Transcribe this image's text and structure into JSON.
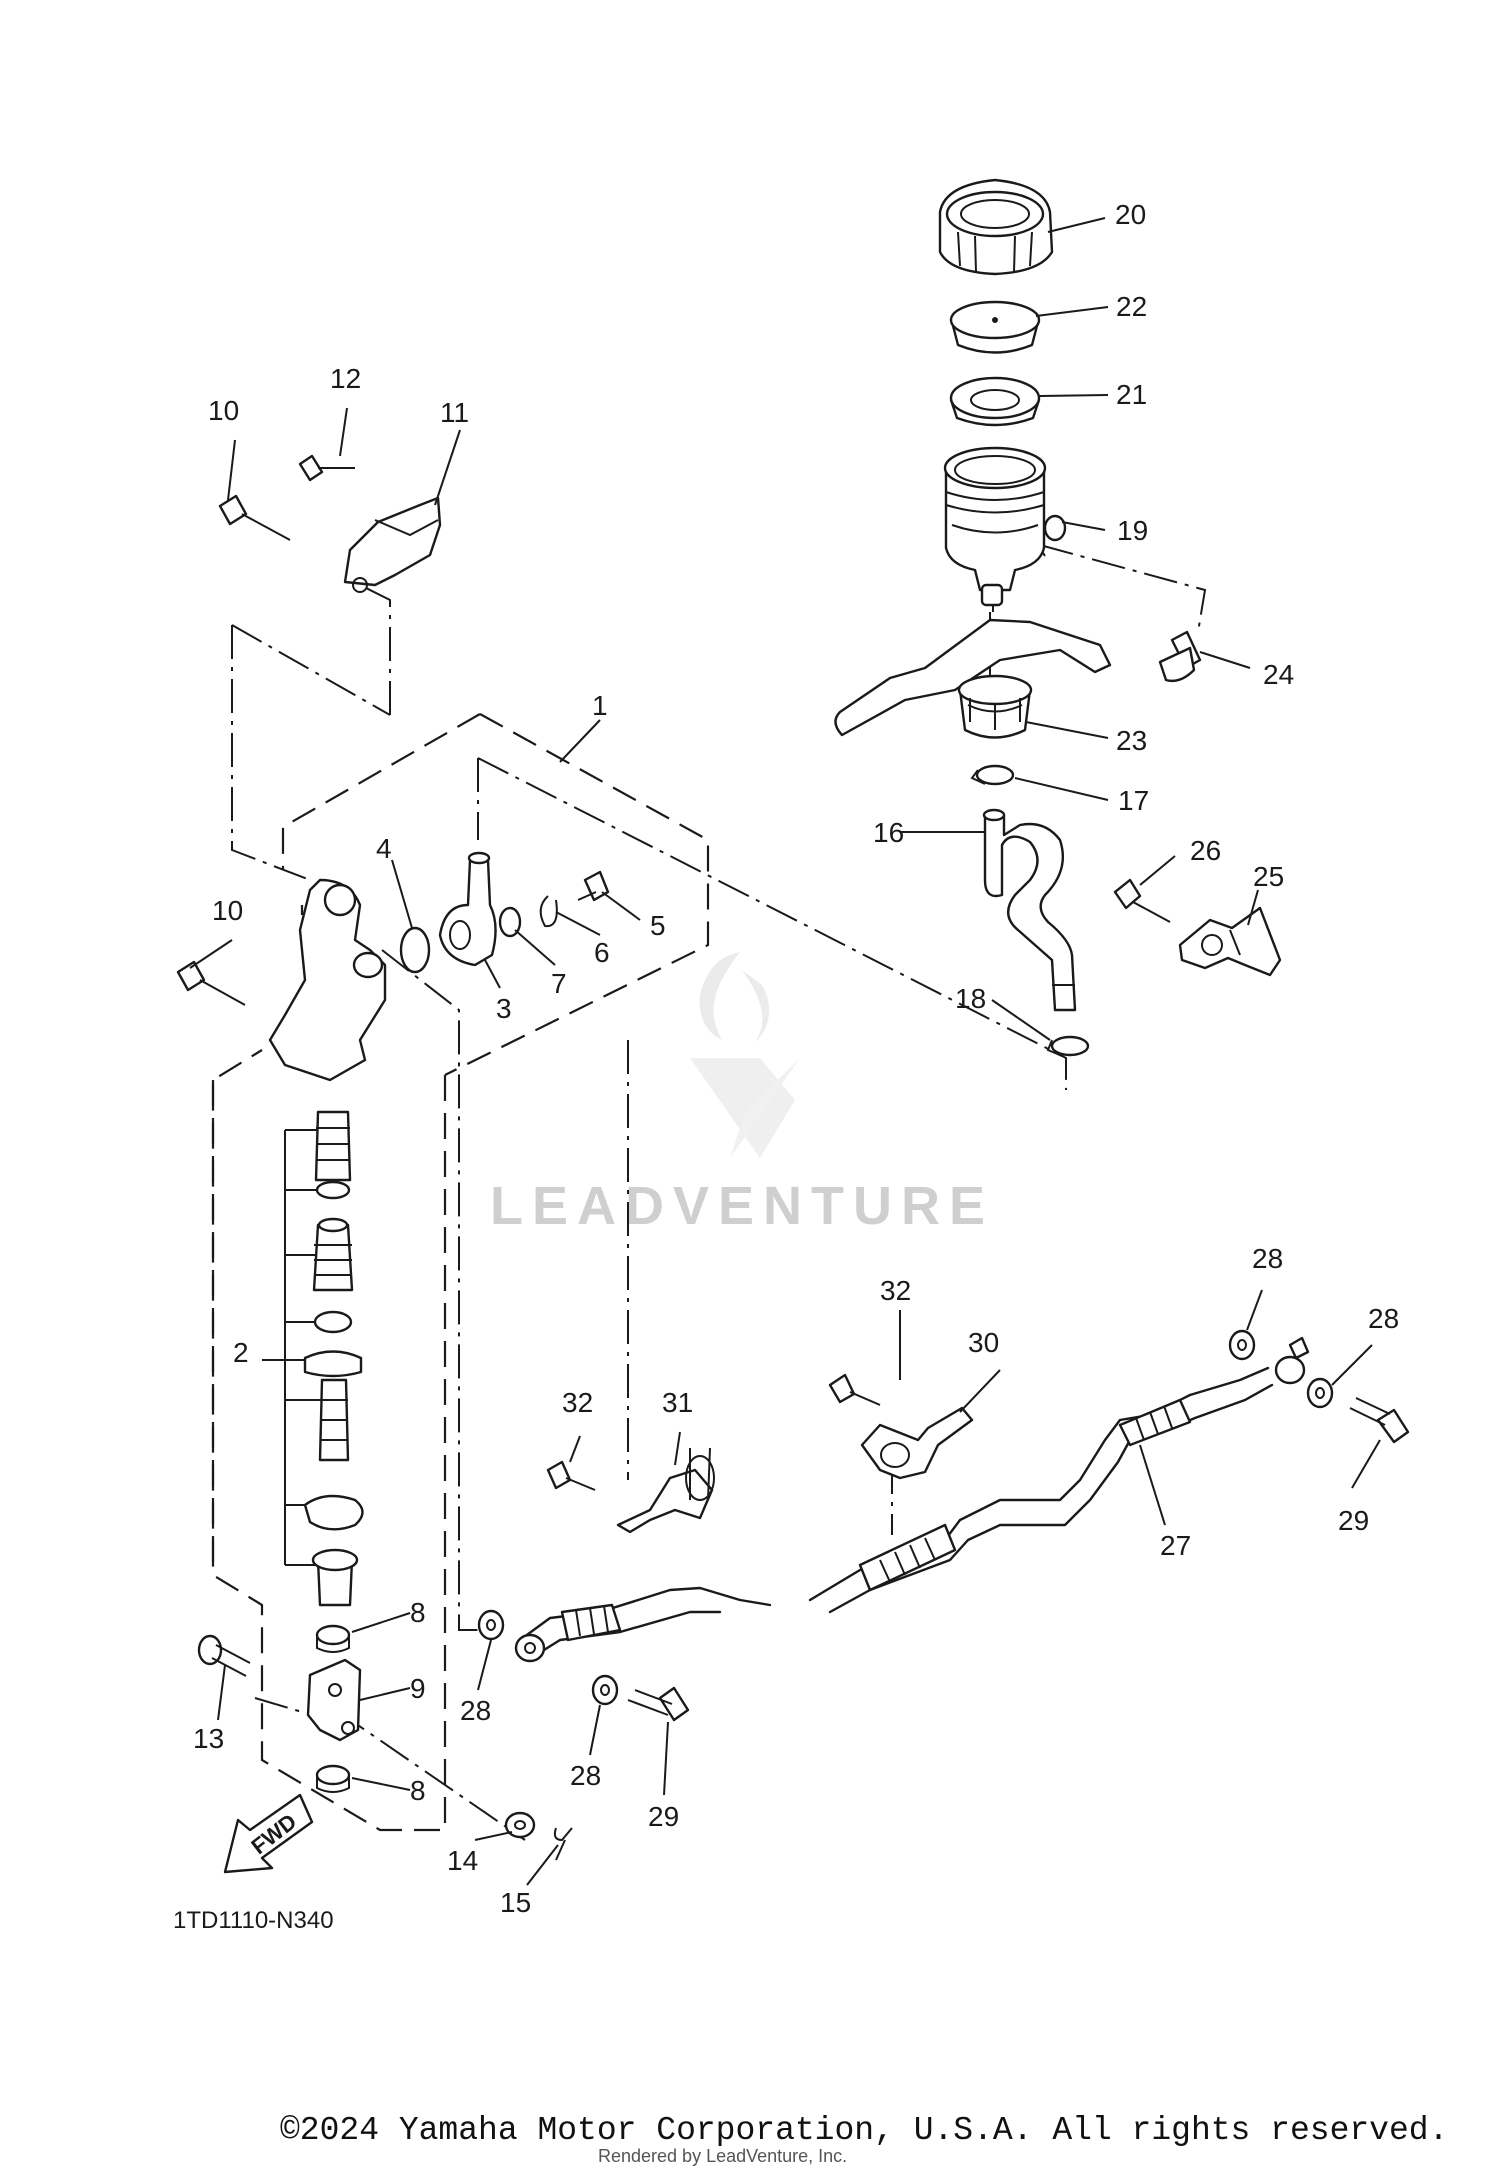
{
  "diagram_code": "1TD1110-N340",
  "fwd_label": "FWD",
  "watermark": "LEADVENTURE",
  "copyright": "©2024 Yamaha Motor Corporation, U.S.A. All rights reserved.",
  "rendered_by": "Rendered by LeadVenture, Inc.",
  "callouts": {
    "c1": "1",
    "c2": "2",
    "c3": "3",
    "c4": "4",
    "c5": "5",
    "c6": "6",
    "c7": "7",
    "c8a": "8",
    "c8b": "8",
    "c9": "9",
    "c10a": "10",
    "c10b": "10",
    "c11": "11",
    "c12": "12",
    "c13": "13",
    "c14": "14",
    "c15": "15",
    "c16": "16",
    "c17": "17",
    "c18": "18",
    "c19": "19",
    "c20": "20",
    "c21": "21",
    "c22": "22",
    "c23": "23",
    "c24": "24",
    "c25": "25",
    "c26": "26",
    "c27": "27",
    "c28a": "28",
    "c28b": "28",
    "c28c": "28",
    "c28d": "28",
    "c29a": "29",
    "c29b": "29",
    "c30": "30",
    "c31": "31",
    "c32a": "32",
    "c32b": "32"
  }
}
